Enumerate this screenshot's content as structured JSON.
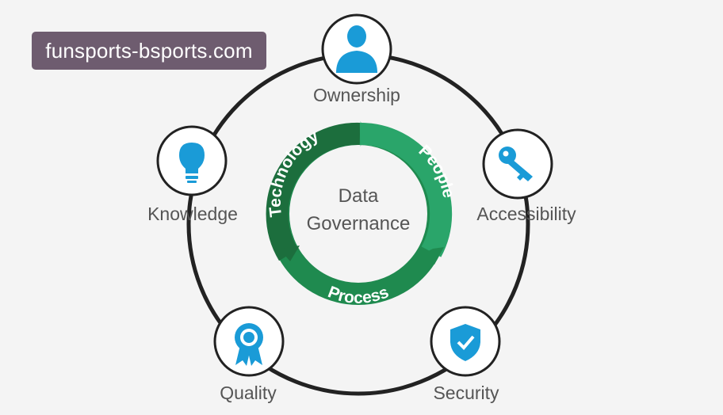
{
  "watermark": {
    "text": "funsports-bsports.com"
  },
  "center": {
    "line1": "Data",
    "line2": "Governance"
  },
  "ring_segments": [
    {
      "label": "Technology",
      "color": "#1c6e3d"
    },
    {
      "label": "People",
      "color": "#2aa56a"
    },
    {
      "label": "Process",
      "color": "#1f8a4f"
    }
  ],
  "nodes": [
    {
      "id": "ownership",
      "label": "Ownership",
      "icon": "person-icon"
    },
    {
      "id": "accessibility",
      "label": "Accessibility",
      "icon": "key-icon"
    },
    {
      "id": "security",
      "label": "Security",
      "icon": "shield-check-icon"
    },
    {
      "id": "quality",
      "label": "Quality",
      "icon": "award-badge-icon"
    },
    {
      "id": "knowledge",
      "label": "Knowledge",
      "icon": "lightbulb-icon"
    }
  ],
  "colors": {
    "icon": "#1a9bd7",
    "outer_ring": "#222222",
    "text": "#555555"
  }
}
